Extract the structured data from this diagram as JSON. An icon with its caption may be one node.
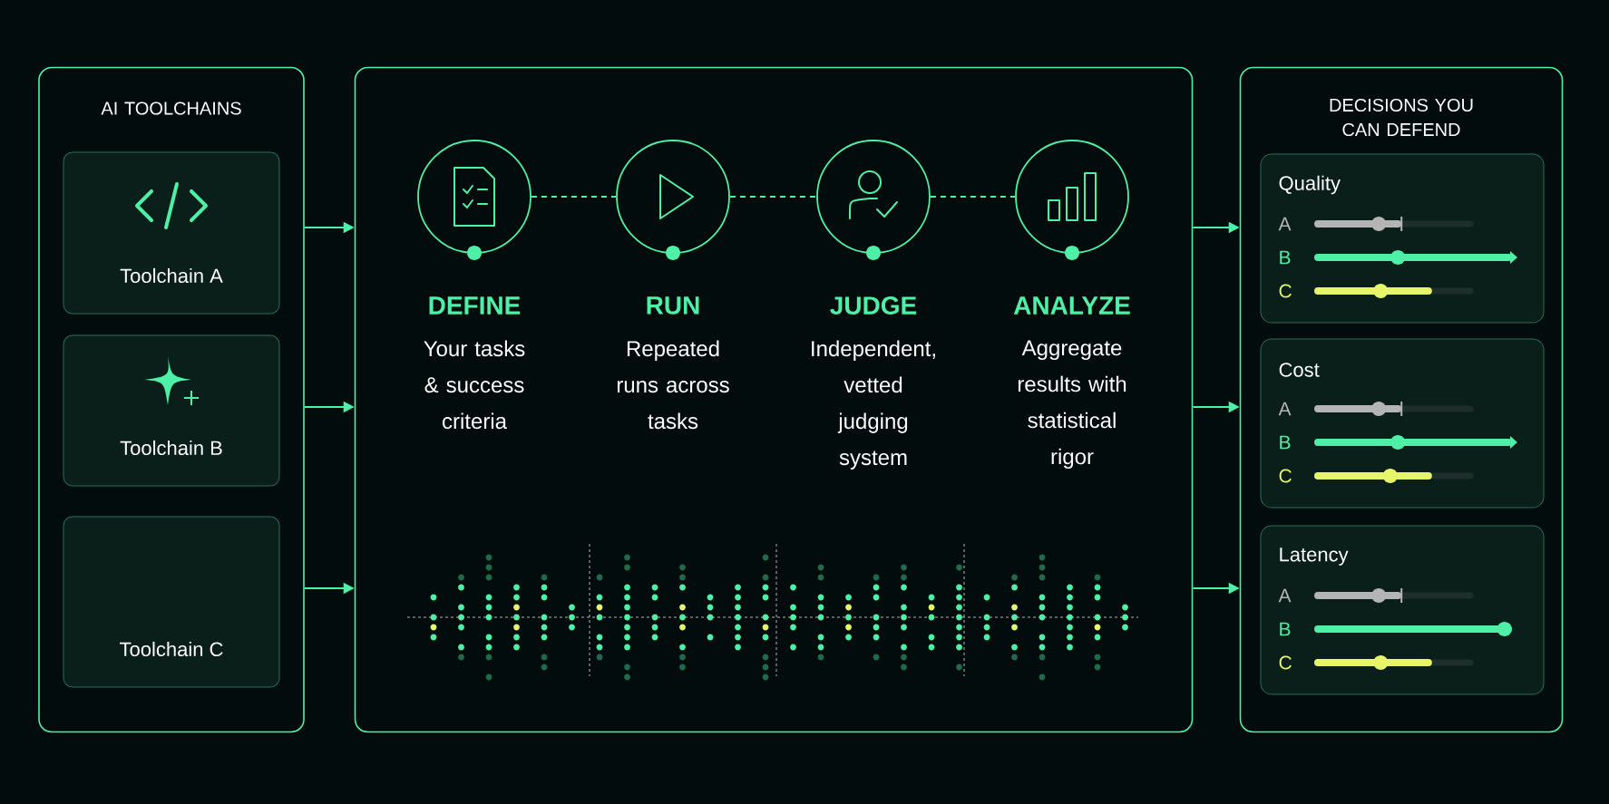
{
  "diagram": {
    "nodes": [
      {
        "text": [
          "AI TOOLCHAINS"
        ]
      },
      {
        "text": [
          "Toolchain A"
        ],
        "in": 0
      },
      {
        "text": [
          "Toolchain B"
        ],
        "in": 0
      },
      {
        "text": [
          "Toolchain C"
        ],
        "in": 0
      },
      {
        "text": [],
        "shape": "box"
      },
      {
        "text": [
          "DEFINE",
          "Your tasks & success criteria"
        ],
        "in": 4
      },
      {
        "text": [
          "RUN",
          "Repeated runs across tasks"
        ],
        "in": 4
      },
      {
        "text": [
          "JUDGE",
          "Independent, vetted judging system"
        ],
        "in": 4
      },
      {
        "text": [
          "ANALYZE",
          "Aggregate results with statistical rigor"
        ],
        "in": 4
      },
      {
        "text": [
          "DECISIONS YOU CAN DEFEND"
        ]
      },
      {
        "text": [
          "Quality",
          "A",
          "B",
          "C"
        ],
        "in": 9
      },
      {
        "text": [
          "Cost",
          "A",
          "B",
          "C"
        ],
        "in": 9
      },
      {
        "text": [
          "Latency",
          "A",
          "B",
          "C"
        ],
        "in": 9
      }
    ],
    "edges": [
      {
        "from": 0,
        "to": 4,
        "arrow": "to"
      },
      {
        "from": 0,
        "to": 4,
        "arrow": "to"
      },
      {
        "from": 0,
        "to": 4,
        "arrow": "to"
      },
      {
        "from": 5,
        "to": 6,
        "arrow": "none",
        "style": "dashed"
      },
      {
        "from": 6,
        "to": 7,
        "arrow": "none",
        "style": "dashed"
      },
      {
        "from": 7,
        "to": 8,
        "arrow": "none",
        "style": "dashed"
      },
      {
        "from": 4,
        "to": 9,
        "arrow": "to"
      },
      {
        "from": 4,
        "to": 9,
        "arrow": "to"
      },
      {
        "from": 4,
        "to": 9,
        "arrow": "to"
      }
    ]
  }
}
